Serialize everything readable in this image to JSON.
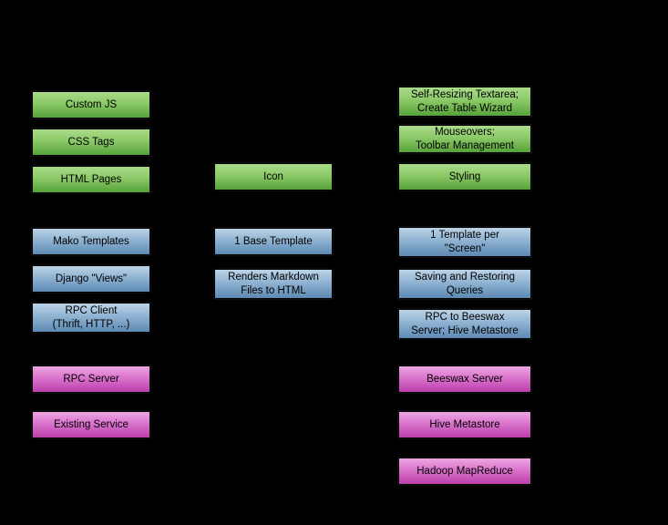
{
  "canvas": {
    "background": "#000000"
  },
  "colors": {
    "green_top": "#aadb8a",
    "green_bottom": "#55a139",
    "blue_top": "#bcd3e6",
    "blue_bottom": "#5d89b3",
    "magenta_top": "#eda5e2",
    "magenta_bottom": "#bc3fab",
    "box_border": "#000000",
    "box_text": "#000000"
  },
  "diagram": {
    "left_column": {
      "frontend": {
        "custom_js": "Custom JS",
        "css_tags": "CSS Tags",
        "html_pages": "HTML Pages"
      },
      "web": {
        "mako_templates": "Mako Templates",
        "django_views": "Django \"Views\"",
        "rpc_client": "RPC Client\n(Thrift, HTTP, ...)"
      },
      "backend": {
        "rpc_server": "RPC Server",
        "existing_service": "Existing Service"
      }
    },
    "middle_column": {
      "frontend": {
        "icon": "Icon"
      },
      "web": {
        "base_template": "1 Base Template",
        "renders_markdown": "Renders Markdown\nFiles to HTML"
      }
    },
    "right_column": {
      "frontend": {
        "self_resizing": "Self-Resizing Textarea;\nCreate Table Wizard",
        "mouseovers": "Mouseovers;\nToolbar Management",
        "styling": "Styling"
      },
      "web": {
        "template_per_screen": "1 Template per\n\"Screen\"",
        "saving_queries": "Saving and Restoring\nQueries",
        "rpc_beeswax": "RPC to Beeswax\nServer; Hive Metastore"
      },
      "backend": {
        "beeswax_server": "Beeswax Server",
        "hive_metastore": "Hive Metastore",
        "hadoop_mapreduce": "Hadoop MapReduce"
      }
    }
  }
}
